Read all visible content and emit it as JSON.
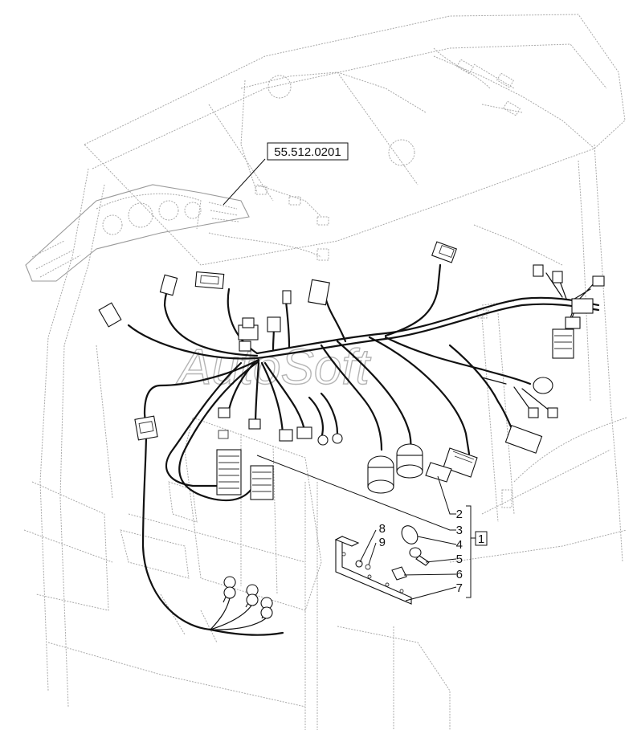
{
  "reference_label": "55.512.0201",
  "group_label": "1",
  "callouts": [
    "2",
    "3",
    "4",
    "5",
    "6",
    "7",
    "8",
    "9"
  ],
  "watermark": "AutoSoft"
}
